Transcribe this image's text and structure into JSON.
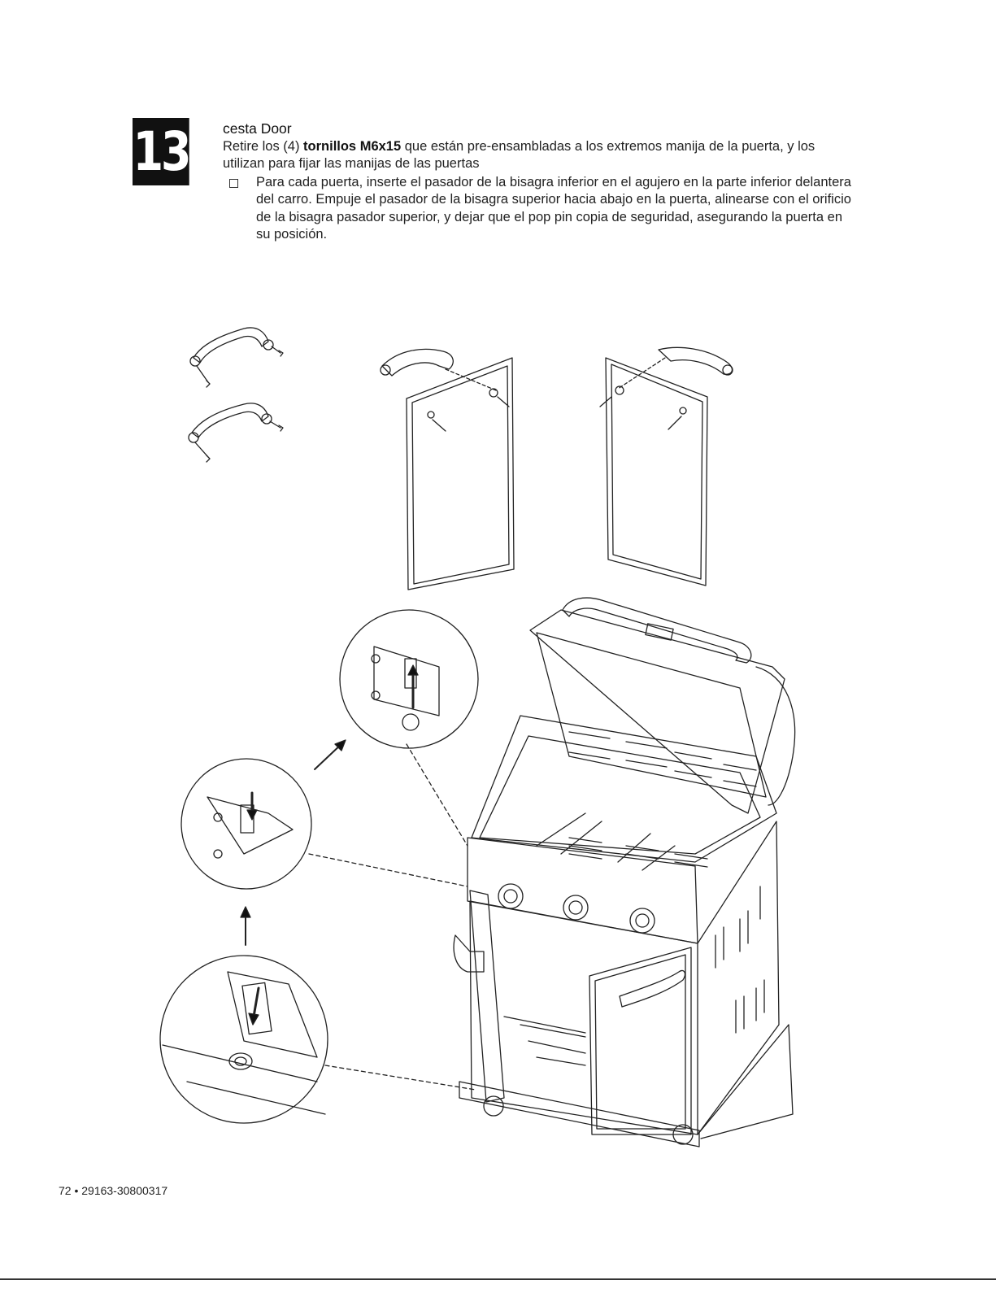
{
  "step": {
    "number": "13"
  },
  "text": {
    "title": "cesta Door",
    "instruction_pre": "Retire los (4) ",
    "instruction_bold": "tornillos M6x15",
    "instruction_post": " que están pre-ensambladas a los extremos manija de la puerta, y los utilizan para fijar las manijas de las puertas",
    "bullet": "Para cada puerta, inserte el pasador de la bisagra inferior en el agujero en la parte inferior delantera del carro. Empuje el pasador de la bisagra superior hacia abajo en la puerta, alinearse con el orificio de la bisagra pasador superior, y dejar que el pop pin copia de seguridad, asegurando la puerta en su posición."
  },
  "footer": {
    "page_label": "72 • 29163-30800317"
  },
  "colors": {
    "ink": "#111111",
    "line": "#333333",
    "background": "#ffffff"
  }
}
